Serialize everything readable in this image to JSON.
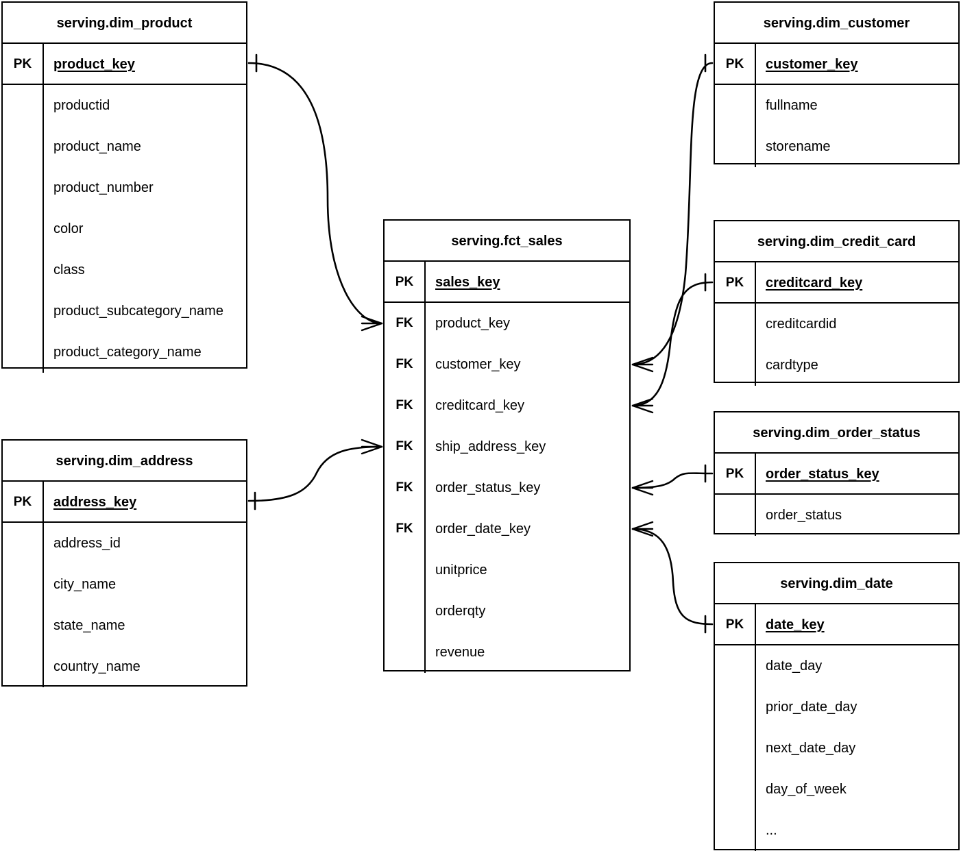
{
  "diagram": {
    "type": "entity-relationship-diagram",
    "notation": "crow's foot",
    "line_color": "#000000",
    "background_color": "#ffffff"
  },
  "entities": [
    {
      "id": "dim_product",
      "title": "serving.dim_product",
      "pk_tag": "PK",
      "pk_field": "product_key",
      "attributes": [
        "productid",
        "product_name",
        "product_number",
        "color",
        "class",
        "product_subcategory_name",
        "product_category_name"
      ]
    },
    {
      "id": "dim_address",
      "title": "serving.dim_address",
      "pk_tag": "PK",
      "pk_field": "address_key",
      "attributes": [
        "address_id",
        "city_name",
        "state_name",
        "country_name"
      ]
    },
    {
      "id": "fct_sales",
      "title": "serving.fct_sales",
      "pk_tag": "PK",
      "pk_field": "sales_key",
      "columns": [
        {
          "tag": "FK",
          "name": "product_key"
        },
        {
          "tag": "FK",
          "name": "customer_key"
        },
        {
          "tag": "FK",
          "name": "creditcard_key"
        },
        {
          "tag": "FK",
          "name": "ship_address_key"
        },
        {
          "tag": "FK",
          "name": "order_status_key"
        },
        {
          "tag": "FK",
          "name": "order_date_key"
        },
        {
          "tag": "",
          "name": "unitprice"
        },
        {
          "tag": "",
          "name": "orderqty"
        },
        {
          "tag": "",
          "name": "revenue"
        }
      ]
    },
    {
      "id": "dim_customer",
      "title": "serving.dim_customer",
      "pk_tag": "PK",
      "pk_field": "customer_key",
      "attributes": [
        "fullname",
        "storename"
      ]
    },
    {
      "id": "dim_credit_card",
      "title": "serving.dim_credit_card",
      "pk_tag": "PK",
      "pk_field": "creditcard_key",
      "attributes": [
        "creditcardid",
        "cardtype"
      ]
    },
    {
      "id": "dim_order_status",
      "title": "serving.dim_order_status",
      "pk_tag": "PK",
      "pk_field": "order_status_key",
      "attributes": [
        "order_status"
      ]
    },
    {
      "id": "dim_date",
      "title": "serving.dim_date",
      "pk_tag": "PK",
      "pk_field": "date_key",
      "attributes": [
        "date_day",
        "prior_date_day",
        "next_date_day",
        "day_of_week",
        "..."
      ]
    }
  ],
  "relationships": [
    {
      "from": "dim_product",
      "from_field": "product_key",
      "to": "fct_sales",
      "to_field": "product_key",
      "from_cardinality": "one",
      "to_cardinality": "many"
    },
    {
      "from": "dim_address",
      "from_field": "address_key",
      "to": "fct_sales",
      "to_field": "ship_address_key",
      "from_cardinality": "one",
      "to_cardinality": "many"
    },
    {
      "from": "dim_customer",
      "from_field": "customer_key",
      "to": "fct_sales",
      "to_field": "customer_key",
      "from_cardinality": "one",
      "to_cardinality": "many"
    },
    {
      "from": "dim_credit_card",
      "from_field": "creditcard_key",
      "to": "fct_sales",
      "to_field": "creditcard_key",
      "from_cardinality": "one",
      "to_cardinality": "many"
    },
    {
      "from": "dim_order_status",
      "from_field": "order_status_key",
      "to": "fct_sales",
      "to_field": "order_status_key",
      "from_cardinality": "one",
      "to_cardinality": "many"
    },
    {
      "from": "dim_date",
      "from_field": "date_key",
      "to": "fct_sales",
      "to_field": "order_date_key",
      "from_cardinality": "one",
      "to_cardinality": "many"
    }
  ]
}
